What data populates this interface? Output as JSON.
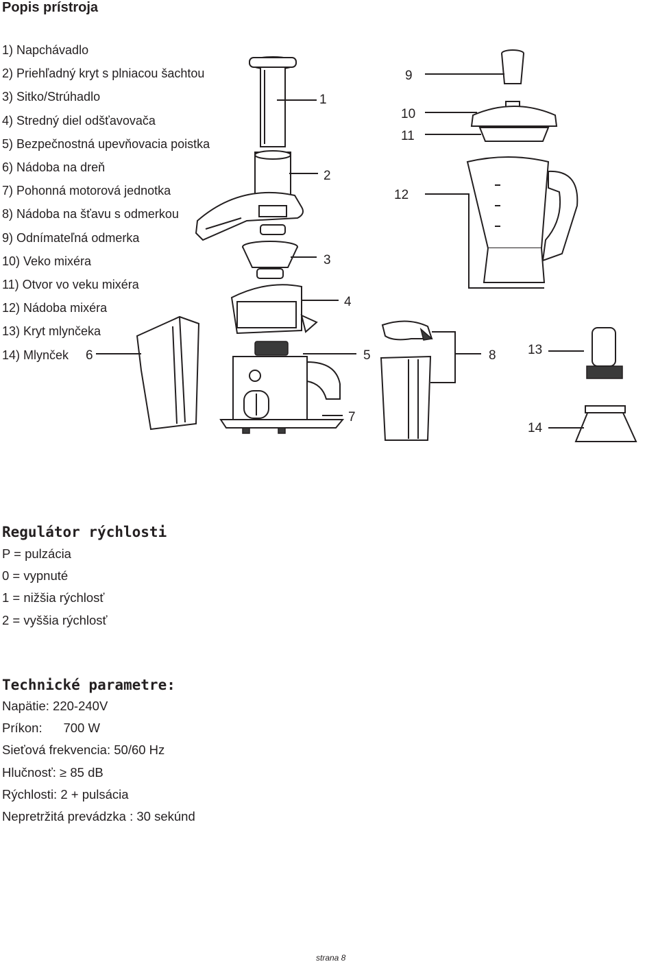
{
  "title": "Popis prístroja",
  "parts": [
    "1) Napchávadlo",
    "2) Priehľadný kryt s plniacou šachtou",
    "3) Sitko/Strúhadlo",
    "4) Stredný diel odšťavovača",
    "5) Bezpečnostná upevňovacia poistka",
    "6) Nádoba na dreň",
    "7) Pohonná motorová jednotka",
    "8) Nádoba na šťavu s odmerkou",
    "9) Odnímateľná odmerka",
    "10) Veko mixéra",
    "11) Otvor vo veku mixéra",
    "12) Nádoba mixéra",
    "13) Kryt mlynčeka",
    "14) Mlynček"
  ],
  "callouts": [
    "1",
    "2",
    "3",
    "4",
    "5",
    "6",
    "7",
    "8",
    "9",
    "10",
    "11",
    "12",
    "13",
    "14"
  ],
  "speed": {
    "heading": "Regulátor rýchlosti",
    "lines": [
      "P = pulzácia",
      "0 = vypnuté",
      "1 = nižšia rýchlosť",
      "2 = vyššia rýchlosť"
    ]
  },
  "tech": {
    "heading": "Technické parametre:",
    "lines": [
      "Napätie: 220-240V",
      "Príkon:      700 W",
      "Sieťová frekvencia: 50/60 Hz",
      "Hlučnosť: ≥ 85 dB",
      "Rýchlosti: 2 + pulsácia",
      "Nepretržitá prevádzka : 30 sekúnd"
    ]
  },
  "footer": "strana 8"
}
